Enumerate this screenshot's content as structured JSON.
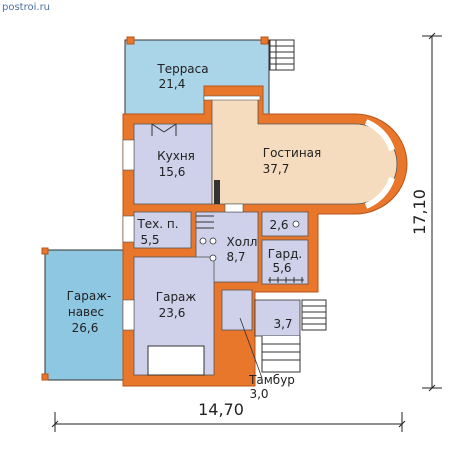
{
  "watermark": "postroi.ru",
  "colors": {
    "wall": "#e8762b",
    "wall_edge": "#b85418",
    "living": "#f6dcbf",
    "room": "#cfd0ea",
    "terrace": "#aad4e8",
    "carport": "#8ec7e2",
    "line": "#111111"
  },
  "rooms": {
    "terrace": {
      "name": "Терраса",
      "area": "21,4"
    },
    "kitchen": {
      "name": "Кухня",
      "area": "15,6"
    },
    "living": {
      "name": "Гостиная",
      "area": "37,7"
    },
    "tech": {
      "name": "Тех. п.",
      "area": "5,5"
    },
    "hall": {
      "name": "Холл",
      "area": "8,7"
    },
    "wc": {
      "name": "",
      "area": "2,6"
    },
    "wardrobe": {
      "name": "Гард.",
      "area": "5,6"
    },
    "garage": {
      "name": "Гараж",
      "area": "23,6"
    },
    "carport": {
      "name_line1": "Гараж-",
      "name_line2": "навес",
      "area": "26,6"
    },
    "entry": {
      "name": "",
      "area": "3,7"
    },
    "vestibule": {
      "name": "Тамбур",
      "area": "3,0"
    }
  },
  "dimensions": {
    "width": "14,70",
    "height": "17,10"
  }
}
